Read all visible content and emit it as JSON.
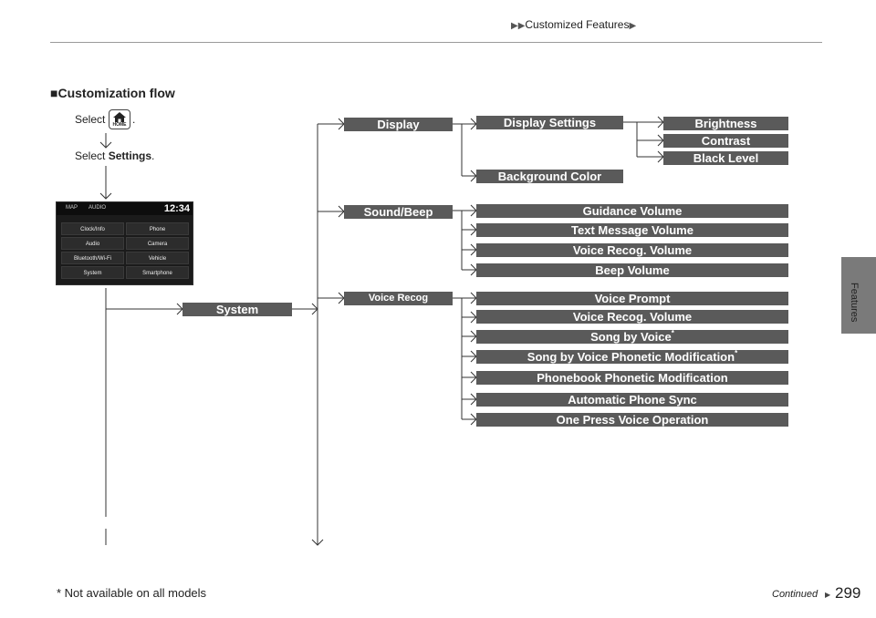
{
  "header": {
    "breadcrumb_arrows": "▶▶",
    "title": "Customized Features",
    "trailing_arrow": "▶"
  },
  "side_tab": {
    "label": "Features"
  },
  "section": {
    "marker": "■",
    "title": "Customization flow"
  },
  "instructions": {
    "step1_prefix": "Select",
    "step1_suffix": ".",
    "home_button_label": "HOME",
    "step2_prefix": "Select",
    "step2_bold": "Settings",
    "step2_suffix": "."
  },
  "screen": {
    "time": "12:34",
    "top_left": "MAP",
    "top_mid": "AUDIO",
    "buttons": [
      "Clock/Info",
      "Phone",
      "Audio",
      "Camera",
      "Bluetooth/Wi-Fi",
      "Vehicle",
      "System",
      "Smartphone"
    ]
  },
  "flow": {
    "system": "System",
    "display": "Display",
    "display_settings": "Display Settings",
    "brightness": "Brightness",
    "contrast": "Contrast",
    "black_level": "Black Level",
    "background_color": "Background Color",
    "sound_beep": "Sound/Beep",
    "guidance_volume": "Guidance Volume",
    "text_message_volume": "Text Message Volume",
    "voice_recog_volume_1": "Voice Recog. Volume",
    "beep_volume": "Beep Volume",
    "voice_recog": "Voice Recog",
    "voice_prompt": "Voice Prompt",
    "voice_recog_volume_2": "Voice Recog. Volume",
    "song_by_voice": "Song by Voice",
    "song_by_voice_phonetic": "Song by Voice Phonetic Modification",
    "phonebook_phonetic": "Phonebook Phonetic Modification",
    "automatic_phone_sync": "Automatic Phone Sync",
    "one_press_voice": "One Press Voice Operation",
    "asterisk": "*"
  },
  "footer": {
    "note": "* Not available on all models",
    "continued": "Continued",
    "continued_arrow": "▶",
    "page_number": "299"
  }
}
